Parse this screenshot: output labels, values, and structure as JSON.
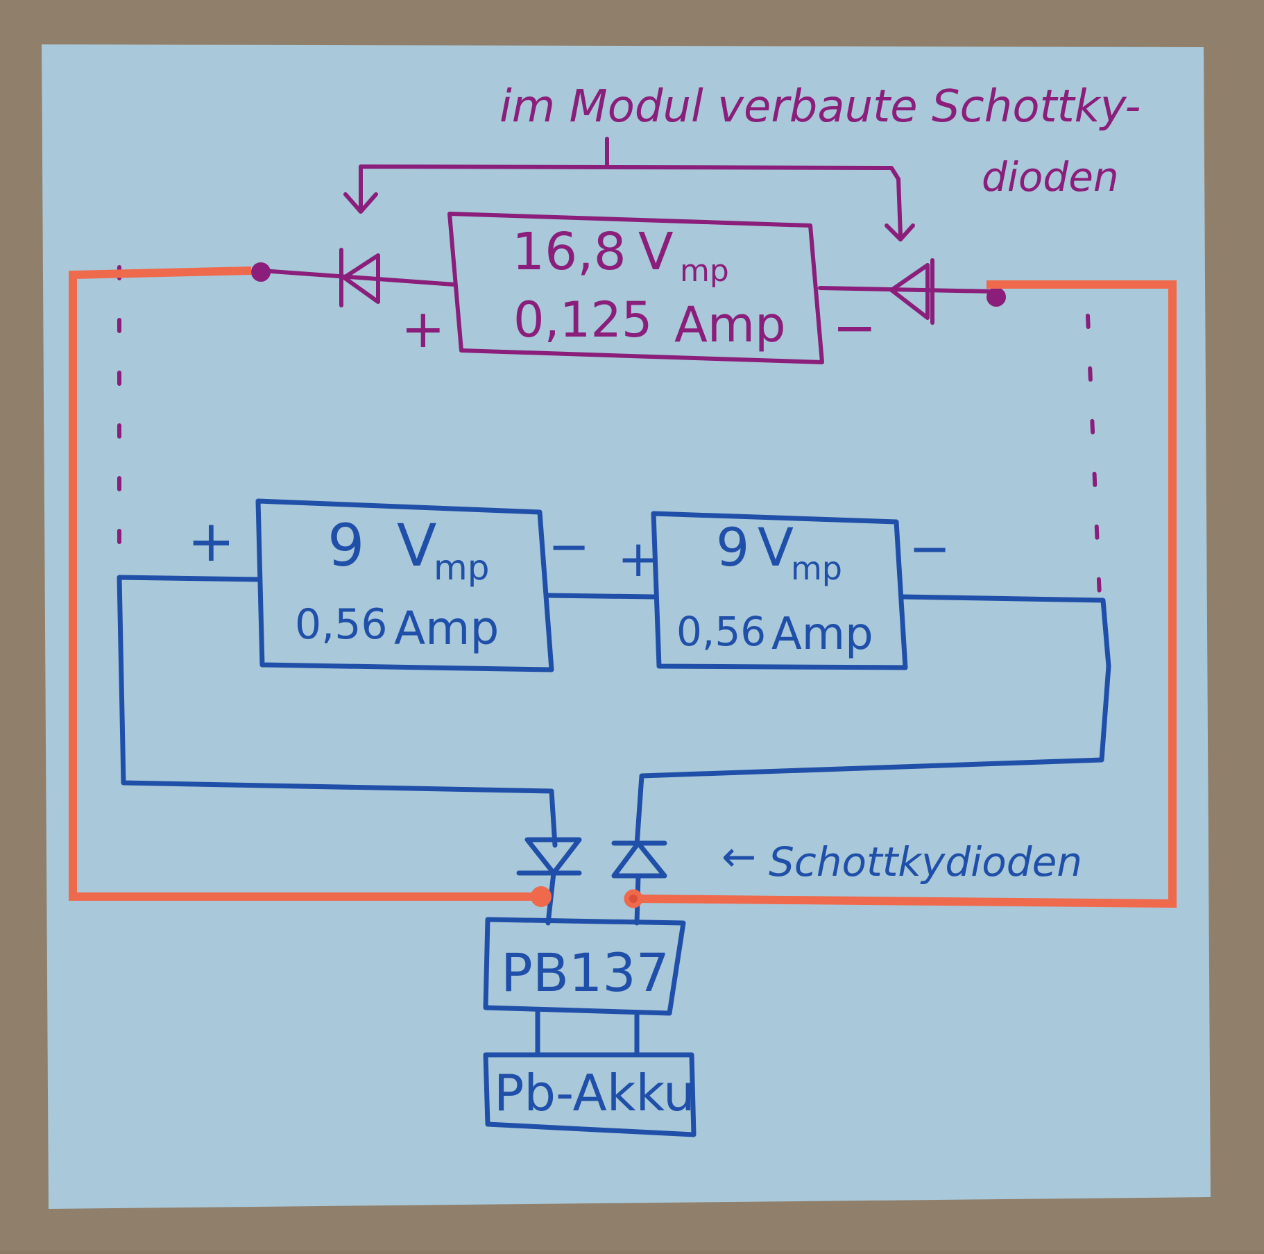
{
  "annotation_top": {
    "line1": "im Modul verbaute Schottky-",
    "line2": "dioden"
  },
  "top_module": {
    "voltage": "16,8",
    "voltage_sub": "mp",
    "current": "0,125",
    "current_unit": "Amp",
    "plus": "+",
    "minus": "−"
  },
  "module_left": {
    "voltage": "9",
    "voltage_sub": "mp",
    "current": "0,56",
    "current_unit": "Amp",
    "plus": "+",
    "minus": "−"
  },
  "module_right": {
    "voltage": "9",
    "voltage_sub": "mp",
    "current": "0,56",
    "current_unit": "Amp",
    "plus": "+",
    "minus": "−"
  },
  "annotation_bottom": {
    "arrow": "←",
    "label": "Schottkydioden"
  },
  "controller": {
    "label": "PB137"
  },
  "battery": {
    "label": "Pb-Akku"
  },
  "colors": {
    "paper": "#a9c8d9",
    "wood": "#8a7a66",
    "ink_purple": "#8a1e7a",
    "ink_blue": "#1f4fa8",
    "red_wire": "#ef6a4c"
  }
}
